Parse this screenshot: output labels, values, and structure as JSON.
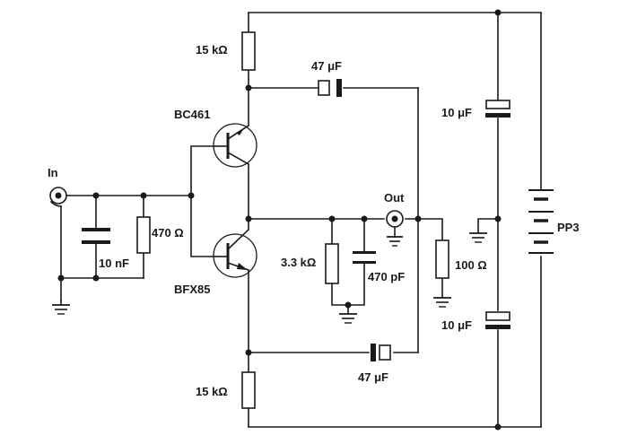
{
  "labels": {
    "input": "In",
    "output": "Out",
    "q_top": "BC461",
    "q_bottom": "BFX85",
    "r_top": "15 kΩ",
    "r_bottom": "15 kΩ",
    "r_input": "470 Ω",
    "c_input": "10 nF",
    "r_load": "3.3 kΩ",
    "c_load": "470 pF",
    "r_out": "100 Ω",
    "c_couple_top": "47 μF",
    "c_couple_bottom": "47 μF",
    "c_supply_top": "10 μF",
    "c_supply_bottom": "10 μF",
    "battery": "PP3"
  }
}
